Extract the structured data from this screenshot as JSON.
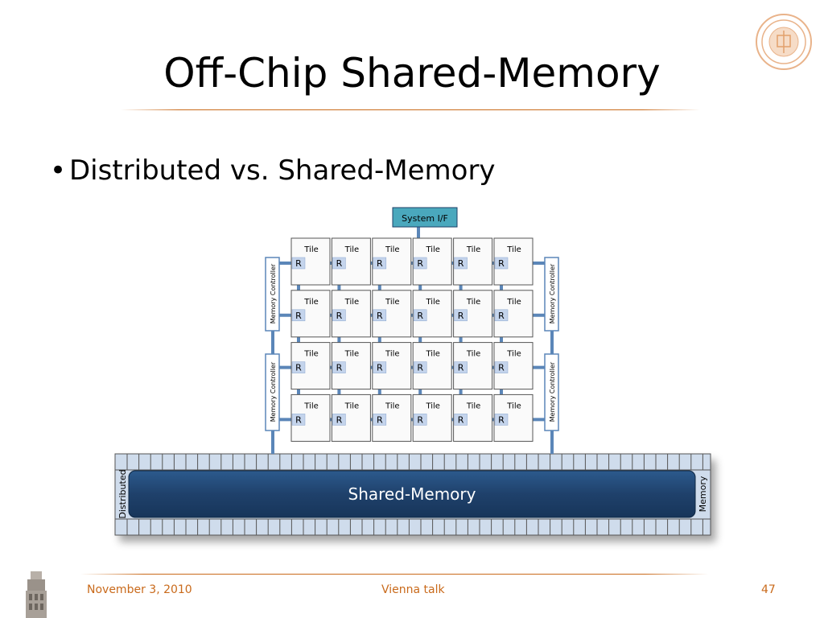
{
  "slide": {
    "title": "Off-Chip Shared-Memory",
    "bullet": "Distributed vs. Shared-Memory"
  },
  "diagram": {
    "system_if": "System I/F",
    "tile_label": "Tile",
    "router_label": "R",
    "rows": 4,
    "cols": 6,
    "memory_controllers": [
      "Memory Controller",
      "Memory Controller",
      "Memory Controller",
      "Memory Controller"
    ],
    "shared_memory": "Shared-Memory",
    "distributed_label": "Distributed",
    "memory_label": "Memory"
  },
  "footer": {
    "date": "November 3, 2010",
    "event": "Vienna talk",
    "page": "47"
  },
  "colors": {
    "accent": "#c96a1b",
    "link": "#5b86b8",
    "shared_memory_fill": "#1e3f66",
    "system_if_fill": "#4aa8bd"
  }
}
